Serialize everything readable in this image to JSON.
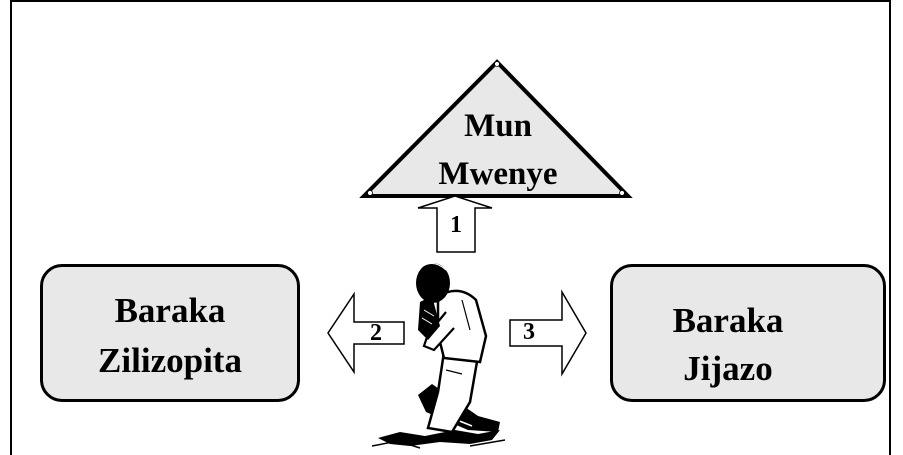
{
  "apex": {
    "line1": "Mun",
    "line2": "Mwenye"
  },
  "left_box": {
    "line1": "Baraka",
    "line2": "Zilizopita"
  },
  "right_box": {
    "line1": "Baraka",
    "line2": "Jijazo"
  },
  "arrows": {
    "up": "1",
    "left": "2",
    "right": "3"
  },
  "figure": "praying-person-icon",
  "colors": {
    "fill": "#e8e8e8",
    "line": "#000000"
  }
}
